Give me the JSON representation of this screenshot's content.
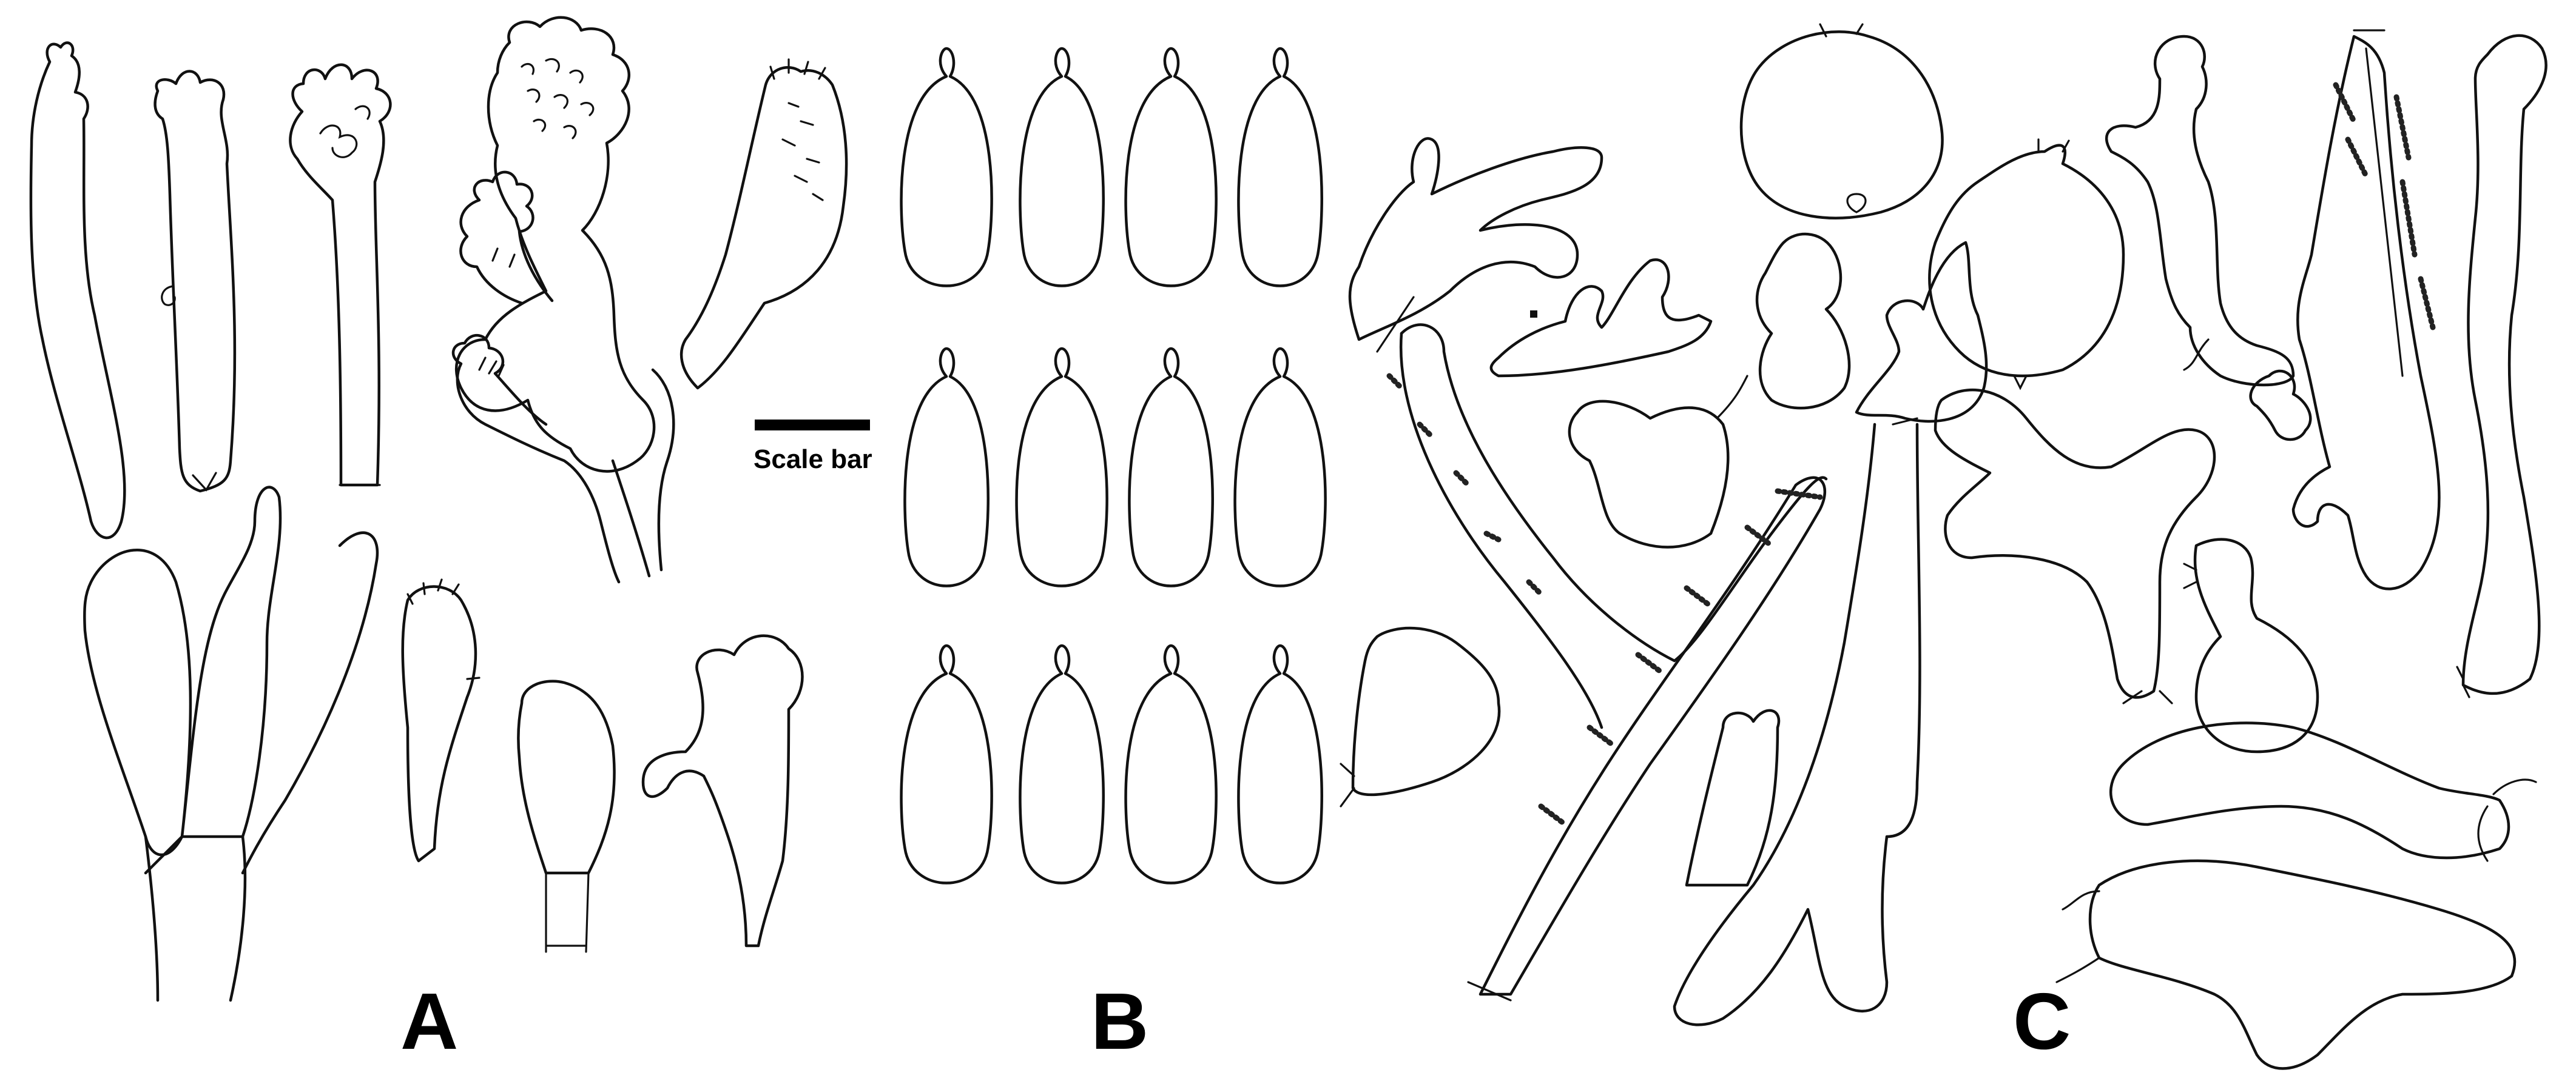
{
  "panels": [
    {
      "id": "A",
      "label": "A"
    },
    {
      "id": "B",
      "label": "B"
    },
    {
      "id": "C",
      "label": "C"
    }
  ],
  "scale_bar": {
    "label": "Scale bar"
  },
  "colors": {
    "ink": "#111111",
    "background": "#ffffff"
  }
}
